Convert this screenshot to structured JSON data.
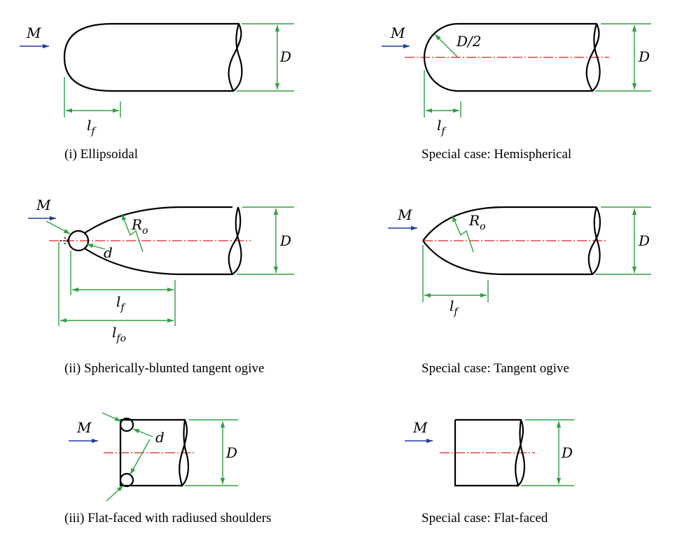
{
  "colors": {
    "outline": "#000000",
    "dimension": "#2ea043",
    "centerline": "#e0201e",
    "flow_arrow": "#1f3f9a"
  },
  "symbols": {
    "mach": "M",
    "diameter": "D",
    "half_diameter": "D/2",
    "fineness_length": "l",
    "fineness_sub": "f",
    "full_length_sub": "fo",
    "ogive_radius": "R",
    "ogive_sub": "o",
    "bluntness": "d"
  },
  "panels": [
    {
      "id": "ellipsoidal",
      "caption": "(i) Ellipsoidal"
    },
    {
      "id": "hemispherical",
      "caption": "Special case: Hemispherical"
    },
    {
      "id": "blunted-ogive",
      "caption": "(ii) Spherically-blunted tangent ogive"
    },
    {
      "id": "tangent-ogive",
      "caption": "Special case: Tangent ogive"
    },
    {
      "id": "radiused-flat",
      "caption": "(iii) Flat-faced with radiused shoulders"
    },
    {
      "id": "flat-faced",
      "caption": "Special case: Flat-faced"
    }
  ]
}
